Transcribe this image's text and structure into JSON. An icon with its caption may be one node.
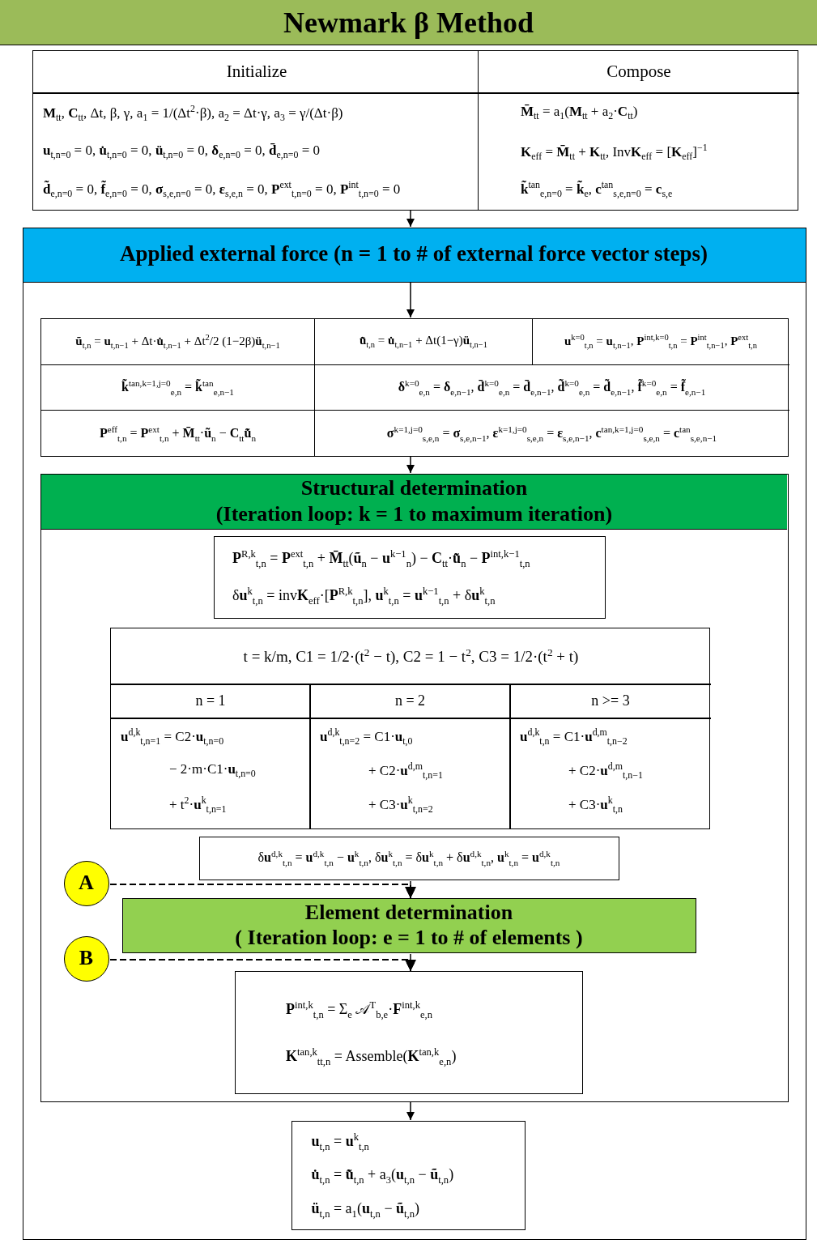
{
  "diagram": {
    "title": "Newmark β Method",
    "nodes": [
      {
        "text": [
          "Initialize",
          "**M**$_{tt}$, **C**$_{tt}$, Δt, β, γ, a$_{1}$ = 1/(Δt$^{2}$·β), a$_{2}$ = Δt·γ, a$_{3}$ = γ/(Δt·β)",
          "**u**$_{t,n=0}$ = 0, **u̇**$_{t,n=0}$ = 0, **ü**$_{t,n=0}$ = 0, **δ**$_{e,n=0}$ = 0, **d̄**$_{e,n=0}$ = 0",
          "**d̃**$_{e,n=0}$ = 0, **f̃**$_{e,n=0}$ = 0, **σ**$_{s,e,n=0}$ = 0, **ε**$_{s,e,n}$ = 0, **P**$^{ext}$$_{t,n=0}$ = 0, **P**$^{int}$$_{t,n=0}$ = 0"
        ]
      },
      {
        "text": [
          "Compose",
          "**M̄**$_{tt}$ = a$_{1}$(**M**$_{tt}$ + a$_{2}$·**C**$_{tt}$)",
          "**K**$_{eff}$ = **M̄**$_{tt}$ + **K**$_{tt}$, Inv**K**$_{eff}$ = [**K**$_{eff}$]$^{−1}$",
          "**k̃**$^{tan}$$_{e,n=0}$ = **k̃**$_{e}$, **c**$^{tan}$$_{s,e,n=0}$ = **c**$_{s,e}$"
        ]
      },
      {
        "text": [],
        "shape": "box"
      },
      {
        "text": [
          "Applied external force (n = 1 to # of external force vector steps)"
        ],
        "in": 2
      },
      {
        "text": [
          "**ũ**$_{t,n}$ = **u**$_{t,n−1}$ + Δt·**u̇**$_{t,n−1}$ + Δt$^{2}$/2 (1−2β)**ü**$_{t,n−1}$",
          "**u̇̃**$_{t,n}$ = **u̇**$_{t,n−1}$ + Δt(1−γ)**ü**$_{t,n−1}$",
          "**u**$^{k=0}$$_{t,n}$ = **u**$_{t,n−1}$, **P**$^{int,k=0}$$_{t,n}$ = **P**$^{int}$$_{t,n−1}$, **P**$^{ext}$$_{t,n}$",
          "**k̃**$^{tan,k=1,j=0}$$_{e,n}$ = **k̃**$^{tan}$$_{e,n−1}$",
          "**δ**$^{k=0}$$_{e,n}$ = **δ**$_{e,n−1}$, **d̄**$^{k=0}$$_{e,n}$ = **d̄**$_{e,n−1}$, **d̃**$^{k=0}$$_{e,n}$ = **d̃**$_{e,n−1}$, **f̃**$^{k=0}$$_{e,n}$ = **f̃**$_{e,n−1}$",
          "**P**$^{eff}$$_{t,n}$ = **P**$^{ext}$$_{t,n}$ + **M̄**$_{tt}$·**ũ**$_{n}$ − **C**$_{tt}$**u̇̃**$_{n}$",
          "**σ**$^{k=1,j=0}$$_{s,e,n}$ = **σ**$_{s,e,n−1}$, **ε**$^{k=1,j=0}$$_{s,e,n}$ = **ε**$_{s,e,n−1}$, **c**$^{tan,k=1,j=0}$$_{s,e,n}$ = **c**$^{tan}$$_{s,e,n−1}$"
        ],
        "in": 2
      },
      {
        "text": [
          "Structural determination",
          "(Iteration loop: k = 1 to maximum iteration)"
        ],
        "in": 2
      },
      {
        "text": [
          "**P**$^{R,k}$$_{t,n}$ = **P**$^{ext}$$_{t,n}$ + **M̄**$_{tt}$(**ũ**$_{n}$ − **u**$^{k−1}$$_{n}$) − **C**$_{tt}$·**u̇̃**$_{n}$ − **P**$^{int,k−1}$$_{t,n}$",
          "δ**u**$^{k}$$_{t,n}$ = inv**K**$_{eff}$·[**P**$^{R,k}$$_{t,n}$], **u**$^{k}$$_{t,n}$ = **u**$^{k−1}$$_{t,n}$ + δ**u**$^{k}$$_{t,n}$"
        ],
        "in": 5
      },
      {
        "text": [
          "t = k/m, C1 = 1/2·(t$^{2}$ − t), C2 = 1 − t$^{2}$, C3 = 1/2·(t$^{2}$ + t)",
          "n = 1",
          "n = 2",
          "n >= 3",
          "**u**$^{d,k}$$_{t,n=1}$ = C2·**u**$_{t,n=0}$",
          "− 2·m·C1·**u**$_{t,n=0}$",
          "+ t$^{2}$·**u**$^{k}$$_{t,n=1}$",
          "**u**$^{d,k}$$_{t,n=2}$ = C1·**u**$_{t,0}$",
          "+ C2·**u**$^{d,m}$$_{t,n=1}$",
          "+ C3·**u**$^{k}$$_{t,n=2}$",
          "**u**$^{d,k}$$_{t,n}$ = C1·**u**$^{d,m}$$_{t,n−2}$",
          "+ C2·**u**$^{d,m}$$_{t,n−1}$",
          "+ C3·**u**$^{k}$$_{t,n}$"
        ],
        "in": 5
      },
      {
        "text": [
          "δ**u**$^{d,k}$$_{t,n}$ = **u**$^{d,k}$$_{t,n}$ − **u**$^{k}$$_{t,n}$, δ**u**$^{k}$$_{t,n}$ = δ**u**$^{k}$$_{t,n}$ + δ**u**$^{d,k}$$_{t,n}$, **u**$^{k}$$_{t,n}$ = **u**$^{d,k}$$_{t,n}$"
        ],
        "in": 5
      },
      {
        "text": [
          "Element determination",
          "( Iteration loop: e = 1 to # of elements )"
        ],
        "in": 5
      },
      {
        "text": [
          "A"
        ],
        "in": 5
      },
      {
        "text": [
          "B"
        ],
        "in": 5
      },
      {
        "text": [
          "**P**$^{int,k}$$_{t,n}$ = Σ$_{e}$ 𝒜$^{T}$$_{b,e}$·**F**$^{int,k}$$_{e,n}$",
          "**K**$^{tan,k}$$_{tt,n}$ = Assemble(**K**$^{tan,k}$$_{e,n}$)"
        ],
        "in": 5
      },
      {
        "text": [
          "**u**$_{t,n}$ = **u**$^{k}$$_{t,n}$",
          "**u̇**$_{t,n}$ = **u̇̃**$_{t,n}$ + a$_{3}$(**u**$_{t,n}$ − **ũ**$_{t,n}$)",
          "**ü**$_{t,n}$ = a$_{1}$(**u**$_{t,n}$ − **ũ**$_{t,n}$)"
        ],
        "in": 2
      }
    ],
    "edges": [
      {
        "from": 0,
        "to": 3,
        "arrow": "to"
      },
      {
        "from": 3,
        "to": 4,
        "arrow": "to"
      },
      {
        "from": 4,
        "to": 5,
        "arrow": "to"
      },
      {
        "from": 8,
        "to": 9,
        "arrow": "to"
      },
      {
        "from": 10,
        "to": 9,
        "arrow": "to",
        "style": "dashed"
      },
      {
        "from": 9,
        "to": 12,
        "arrow": "to"
      },
      {
        "from": 11,
        "to": 12,
        "arrow": "to",
        "style": "dashed"
      },
      {
        "from": 5,
        "to": 13,
        "arrow": "to"
      }
    ]
  }
}
